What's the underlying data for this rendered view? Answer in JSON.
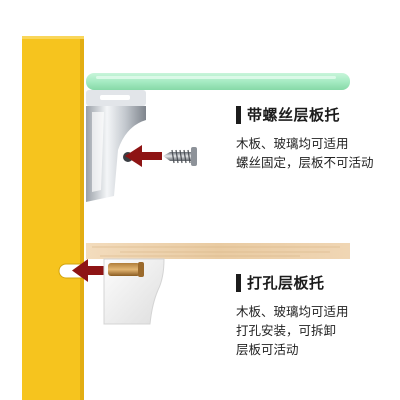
{
  "colors": {
    "wall": "#f6c41e",
    "glass_shelf": "#a6ebc3",
    "wood_shelf": "#ecd2ae",
    "arrow": "#8e1414",
    "title_bar": "#1c1c1c",
    "text": "#222222"
  },
  "icons": {
    "screw": "screw-icon",
    "arrow": "arrow-left-icon"
  },
  "sections": [
    {
      "title": "带螺丝层板托",
      "lines": [
        "木板、玻璃均可适用",
        "螺丝固定，层板不可活动"
      ]
    },
    {
      "title": "打孔层板托",
      "lines": [
        "木板、玻璃均可适用",
        "打孔安装，可拆卸",
        "层板可活动"
      ]
    }
  ]
}
